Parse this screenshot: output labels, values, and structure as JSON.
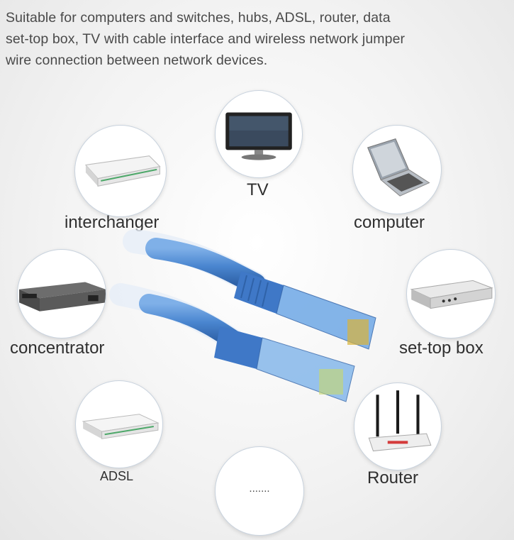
{
  "headline": {
    "lines": [
      "Suitable for computers and switches, hubs, ADSL, router, data",
      "set-top box, TV with cable interface and wireless network jumper",
      "wire connection between network devices."
    ]
  },
  "devices": {
    "tv": {
      "label": "TV",
      "icon": "tv-icon"
    },
    "interchanger": {
      "label": "interchanger",
      "icon": "switch-icon"
    },
    "computer": {
      "label": "computer",
      "icon": "laptop-icon"
    },
    "concentrator": {
      "label": "concentrator",
      "icon": "hub-icon"
    },
    "settop": {
      "label": "set-top box",
      "icon": "set-top-box-icon"
    },
    "adsl": {
      "label": "ADSL",
      "icon": "modem-icon"
    },
    "router": {
      "label": "Router",
      "icon": "router-icon"
    },
    "more": {
      "label": "......."
    }
  },
  "colors": {
    "cable": "#4a86d0",
    "connector": "#3f78c7",
    "ring": "#c9d3de"
  }
}
